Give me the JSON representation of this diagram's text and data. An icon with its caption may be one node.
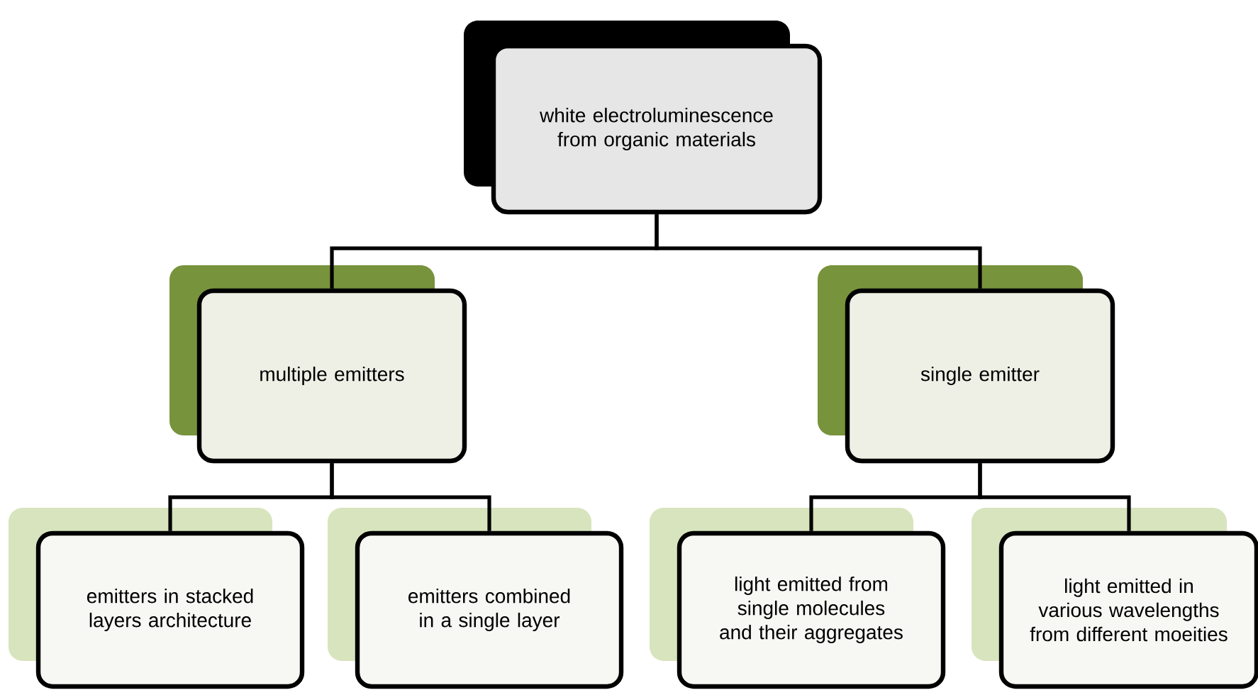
{
  "diagram": {
    "nodes": [
      {
        "text": [
          "white electroluminescence from organic materials"
        ]
      },
      {
        "text": [
          "multiple emitters"
        ]
      },
      {
        "text": [
          "single emitter"
        ]
      },
      {
        "text": [
          "emitters in stacked layers architecture"
        ]
      },
      {
        "text": [
          "emitters combined in a single layer"
        ]
      },
      {
        "text": [
          "light emitted from single molecules and their aggregates"
        ]
      },
      {
        "text": [
          "light emitted in various wavelengths from different moeities"
        ]
      }
    ],
    "edges": [
      {
        "from": 0,
        "to": 1,
        "arrow": "none"
      },
      {
        "from": 0,
        "to": 2,
        "arrow": "none"
      },
      {
        "from": 1,
        "to": 3,
        "arrow": "none"
      },
      {
        "from": 1,
        "to": 4,
        "arrow": "none"
      },
      {
        "from": 2,
        "to": 5,
        "arrow": "none"
      },
      {
        "from": 2,
        "to": 6,
        "arrow": "none"
      }
    ]
  }
}
